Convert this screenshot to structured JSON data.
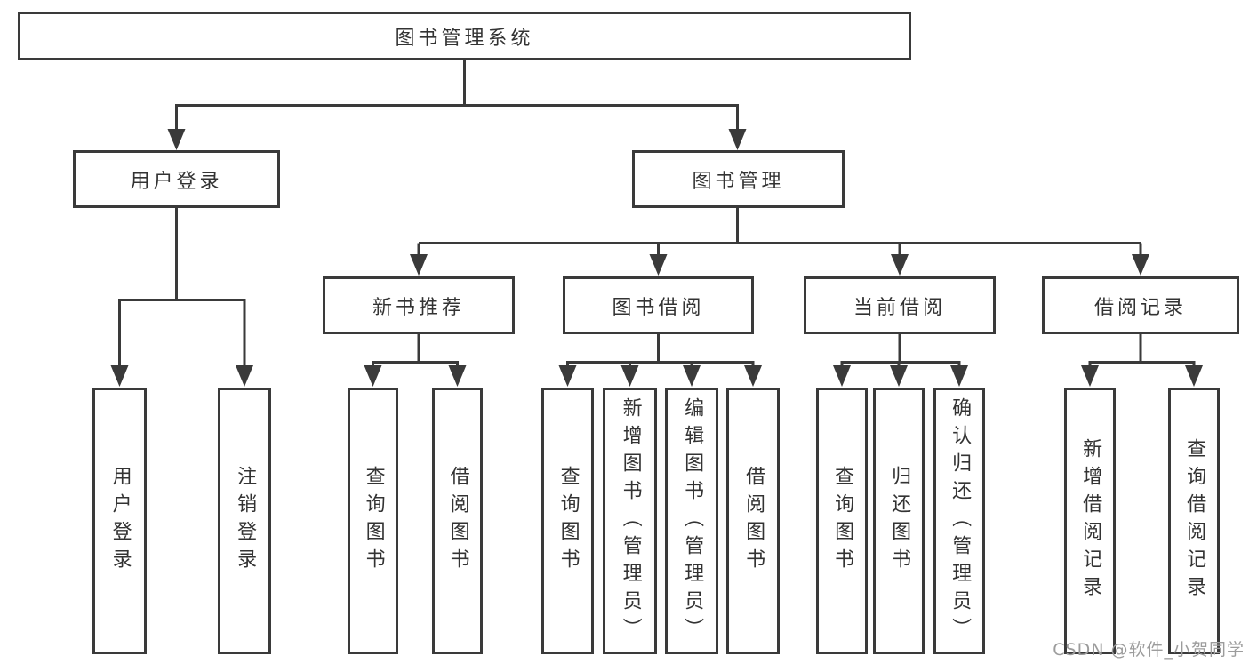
{
  "diagram_title": "图书管理系统",
  "nodes": {
    "root": "图书管理系统",
    "l2_user_login": "用户登录",
    "l2_book_mgmt": "图书管理",
    "l3_new_book": "新书推荐",
    "l3_book_borrow": "图书借阅",
    "l3_current_borrow": "当前借阅",
    "l3_borrow_record": "借阅记录",
    "leaf_user_login": "用户登录",
    "leaf_logout": "注销登录",
    "leaf_nb_query": "查询图书",
    "leaf_nb_borrow": "借阅图书",
    "leaf_bb_query": "查询图书",
    "leaf_bb_add": "新增图书（管理员）",
    "leaf_bb_edit": "编辑图书（管理员）",
    "leaf_bb_borrow": "借阅图书",
    "leaf_cb_query": "查询图书",
    "leaf_cb_return": "归还图书",
    "leaf_cb_confirm": "确认归还（管理员）",
    "leaf_br_add": "新增借阅记录",
    "leaf_br_query": "查询借阅记录"
  },
  "watermark": "CSDN @软件_小贺同学",
  "colors": {
    "line": "#3a3a3a",
    "text": "#333333",
    "box_fill": "#ffffff",
    "background": "#ffffff",
    "watermark": "#9c9c9c"
  }
}
